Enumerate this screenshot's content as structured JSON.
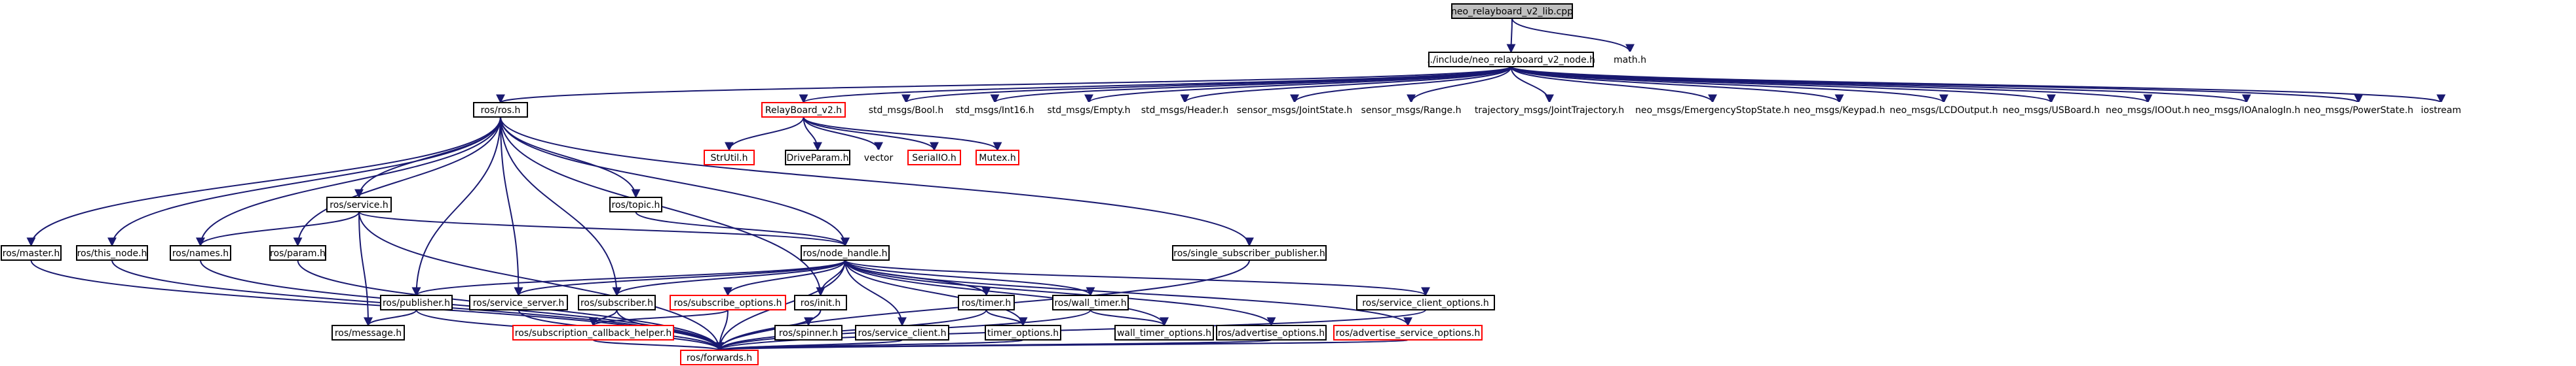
{
  "graph": {
    "colors": {
      "edge": "#191970",
      "node_border": "#000000",
      "node_border_missing": "#ff0000",
      "root_fill": "#bfbfbf",
      "node_fill": "#ffffff",
      "text": "#000000"
    },
    "nodes": [
      {
        "id": "root",
        "label": "neo_relayboard_v2_lib.cpp",
        "root": true
      },
      {
        "id": "node_h",
        "label": "../include/neo_relayboard_v2_node.h"
      },
      {
        "id": "math_h",
        "label": "math.h",
        "plain": true
      },
      {
        "id": "ros_h",
        "label": "ros/ros.h"
      },
      {
        "id": "relayboard_h",
        "label": "RelayBoard_v2.h",
        "missing": true
      },
      {
        "id": "std_bool",
        "label": "std_msgs/Bool.h",
        "plain": true
      },
      {
        "id": "std_int16",
        "label": "std_msgs/Int16.h",
        "plain": true
      },
      {
        "id": "std_empty",
        "label": "std_msgs/Empty.h",
        "plain": true
      },
      {
        "id": "std_header",
        "label": "std_msgs/Header.h",
        "plain": true
      },
      {
        "id": "sensor_joint",
        "label": "sensor_msgs/JointState.h",
        "plain": true
      },
      {
        "id": "sensor_range",
        "label": "sensor_msgs/Range.h",
        "plain": true
      },
      {
        "id": "traj_msgs",
        "label": "trajectory_msgs/JointTrajectory.h",
        "plain": true
      },
      {
        "id": "neo_estop",
        "label": "neo_msgs/EmergencyStopState.h",
        "plain": true
      },
      {
        "id": "neo_keypad",
        "label": "neo_msgs/Keypad.h",
        "plain": true
      },
      {
        "id": "neo_lcd",
        "label": "neo_msgs/LCDOutput.h",
        "plain": true
      },
      {
        "id": "neo_usboard",
        "label": "neo_msgs/USBoard.h",
        "plain": true
      },
      {
        "id": "neo_ioout",
        "label": "neo_msgs/IOOut.h",
        "plain": true
      },
      {
        "id": "neo_ioanalog",
        "label": "neo_msgs/IOAnalogIn.h",
        "plain": true
      },
      {
        "id": "neo_power",
        "label": "neo_msgs/PowerState.h",
        "plain": true
      },
      {
        "id": "iostream",
        "label": "iostream",
        "plain": true
      },
      {
        "id": "strutil",
        "label": "StrUtil.h",
        "missing": true
      },
      {
        "id": "driveparam",
        "label": "DriveParam.h"
      },
      {
        "id": "vector",
        "label": "vector",
        "plain": true
      },
      {
        "id": "serialio",
        "label": "SerialIO.h",
        "missing": true
      },
      {
        "id": "mutex",
        "label": "Mutex.h",
        "missing": true
      },
      {
        "id": "service_h",
        "label": "ros/service.h"
      },
      {
        "id": "topic_h",
        "label": "ros/topic.h"
      },
      {
        "id": "master_h",
        "label": "ros/master.h"
      },
      {
        "id": "this_node_h",
        "label": "ros/this_node.h"
      },
      {
        "id": "names_h",
        "label": "ros/names.h"
      },
      {
        "id": "param_h",
        "label": "ros/param.h"
      },
      {
        "id": "node_handle_h",
        "label": "ros/node_handle.h"
      },
      {
        "id": "single_sub_h",
        "label": "ros/single_subscriber_publisher.h"
      },
      {
        "id": "publisher_h",
        "label": "ros/publisher.h"
      },
      {
        "id": "service_server_h",
        "label": "ros/service_server.h"
      },
      {
        "id": "subscriber_h",
        "label": "ros/subscriber.h"
      },
      {
        "id": "sub_options_h",
        "label": "ros/subscribe_options.h",
        "missing": true
      },
      {
        "id": "init_h",
        "label": "ros/init.h"
      },
      {
        "id": "timer_h",
        "label": "ros/timer.h"
      },
      {
        "id": "wall_timer_h",
        "label": "ros/wall_timer.h"
      },
      {
        "id": "service_client_opts_h",
        "label": "ros/service_client_options.h"
      },
      {
        "id": "message_h",
        "label": "ros/message.h"
      },
      {
        "id": "sub_cb_helper_h",
        "label": "ros/subscription_callback_helper.h",
        "missing": true
      },
      {
        "id": "spinner_h",
        "label": "ros/spinner.h"
      },
      {
        "id": "service_client_h",
        "label": "ros/service_client.h"
      },
      {
        "id": "timer_options_h",
        "label": "timer_options.h"
      },
      {
        "id": "wall_timer_options_h",
        "label": "wall_timer_options.h"
      },
      {
        "id": "advertise_options_h",
        "label": "ros/advertise_options.h"
      },
      {
        "id": "adv_service_options_h",
        "label": "ros/advertise_service_options.h",
        "missing": true
      },
      {
        "id": "forwards_h",
        "label": "ros/forwards.h",
        "missing": true
      }
    ],
    "edges": [
      [
        "root",
        "node_h"
      ],
      [
        "root",
        "math_h"
      ],
      [
        "node_h",
        "ros_h"
      ],
      [
        "node_h",
        "relayboard_h"
      ],
      [
        "node_h",
        "std_bool"
      ],
      [
        "node_h",
        "std_int16"
      ],
      [
        "node_h",
        "std_empty"
      ],
      [
        "node_h",
        "std_header"
      ],
      [
        "node_h",
        "sensor_joint"
      ],
      [
        "node_h",
        "sensor_range"
      ],
      [
        "node_h",
        "traj_msgs"
      ],
      [
        "node_h",
        "neo_estop"
      ],
      [
        "node_h",
        "neo_keypad"
      ],
      [
        "node_h",
        "neo_lcd"
      ],
      [
        "node_h",
        "neo_usboard"
      ],
      [
        "node_h",
        "neo_ioout"
      ],
      [
        "node_h",
        "neo_ioanalog"
      ],
      [
        "node_h",
        "neo_power"
      ],
      [
        "node_h",
        "iostream"
      ],
      [
        "relayboard_h",
        "strutil"
      ],
      [
        "relayboard_h",
        "driveparam"
      ],
      [
        "relayboard_h",
        "vector"
      ],
      [
        "relayboard_h",
        "serialio"
      ],
      [
        "relayboard_h",
        "mutex"
      ],
      [
        "ros_h",
        "service_h"
      ],
      [
        "ros_h",
        "topic_h"
      ],
      [
        "ros_h",
        "master_h"
      ],
      [
        "ros_h",
        "this_node_h"
      ],
      [
        "ros_h",
        "names_h"
      ],
      [
        "ros_h",
        "param_h"
      ],
      [
        "ros_h",
        "node_handle_h"
      ],
      [
        "ros_h",
        "single_sub_h"
      ],
      [
        "ros_h",
        "publisher_h"
      ],
      [
        "ros_h",
        "service_server_h"
      ],
      [
        "ros_h",
        "subscriber_h"
      ],
      [
        "ros_h",
        "init_h"
      ],
      [
        "service_h",
        "names_h"
      ],
      [
        "service_h",
        "node_handle_h"
      ],
      [
        "service_h",
        "message_h"
      ],
      [
        "service_h",
        "forwards_h"
      ],
      [
        "topic_h",
        "node_handle_h"
      ],
      [
        "node_handle_h",
        "publisher_h"
      ],
      [
        "node_handle_h",
        "service_server_h"
      ],
      [
        "node_handle_h",
        "subscriber_h"
      ],
      [
        "node_handle_h",
        "sub_options_h"
      ],
      [
        "node_handle_h",
        "init_h"
      ],
      [
        "node_handle_h",
        "timer_h"
      ],
      [
        "node_handle_h",
        "wall_timer_h"
      ],
      [
        "node_handle_h",
        "service_client_opts_h"
      ],
      [
        "node_handle_h",
        "service_client_h"
      ],
      [
        "node_handle_h",
        "timer_options_h"
      ],
      [
        "node_handle_h",
        "wall_timer_options_h"
      ],
      [
        "node_handle_h",
        "advertise_options_h"
      ],
      [
        "node_handle_h",
        "adv_service_options_h"
      ],
      [
        "node_handle_h",
        "forwards_h"
      ],
      [
        "master_h",
        "forwards_h"
      ],
      [
        "this_node_h",
        "forwards_h"
      ],
      [
        "names_h",
        "forwards_h"
      ],
      [
        "param_h",
        "forwards_h"
      ],
      [
        "single_sub_h",
        "forwards_h"
      ],
      [
        "publisher_h",
        "message_h"
      ],
      [
        "publisher_h",
        "forwards_h"
      ],
      [
        "service_server_h",
        "forwards_h"
      ],
      [
        "subscriber_h",
        "sub_cb_helper_h"
      ],
      [
        "subscriber_h",
        "forwards_h"
      ],
      [
        "sub_options_h",
        "sub_cb_helper_h"
      ],
      [
        "sub_options_h",
        "forwards_h"
      ],
      [
        "init_h",
        "spinner_h"
      ],
      [
        "init_h",
        "forwards_h"
      ],
      [
        "timer_h",
        "timer_options_h"
      ],
      [
        "timer_h",
        "forwards_h"
      ],
      [
        "wall_timer_h",
        "wall_timer_options_h"
      ],
      [
        "wall_timer_h",
        "forwards_h"
      ],
      [
        "service_client_opts_h",
        "forwards_h"
      ],
      [
        "service_client_h",
        "forwards_h"
      ],
      [
        "timer_options_h",
        "forwards_h"
      ],
      [
        "advertise_options_h",
        "forwards_h"
      ],
      [
        "adv_service_options_h",
        "forwards_h"
      ],
      [
        "sub_cb_helper_h",
        "forwards_h"
      ]
    ]
  }
}
